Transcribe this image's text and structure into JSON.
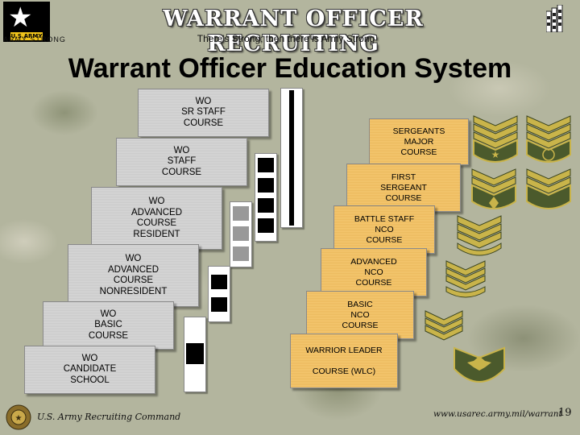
{
  "header": {
    "logo_text": "U.S.ARMY",
    "army_strong": "ARMY STRONG",
    "brand_title": "WARRANT OFFICER RECRUITING",
    "tagline": "There's Strong; then there is Army Strong"
  },
  "main": {
    "title": "Warrant Officer Education System",
    "wo_courses": [
      {
        "label": "WO\nSR STAFF\nCOURSE"
      },
      {
        "label": "WO\nSTAFF\nCOURSE"
      },
      {
        "label": "WO\nADVANCED\nCOURSE\nRESIDENT"
      },
      {
        "label": "WO\nADVANCED\nCOURSE\nNONRESIDENT"
      },
      {
        "label": "WO\nBASIC\nCOURSE"
      },
      {
        "label": "WO\nCANDIDATE\nSCHOOL"
      }
    ],
    "nco_courses": [
      {
        "label": "SERGEANTS\nMAJOR\nCOURSE"
      },
      {
        "label": "FIRST\nSERGEANT\nCOURSE"
      },
      {
        "label": "BATTLE STAFF\nNCO\nCOURSE"
      },
      {
        "label": "ADVANCED\nNCO\nCOURSE"
      },
      {
        "label": "BASIC\nNCO\nCOURSE"
      },
      {
        "label": "WARRIOR LEADER\n\nCOURSE (WLC)"
      }
    ],
    "rank_insignia": [
      "sergeant-major-icon",
      "command-sergeant-major-icon",
      "first-sergeant-icon",
      "master-sergeant-icon",
      "sergeant-first-class-icon",
      "staff-sergeant-icon",
      "sergeant-icon",
      "specialist-icon"
    ]
  },
  "footer": {
    "command": "U.S. Army Recruiting Command",
    "url": "www.usarec.army.mil/warrant",
    "page_number": "19"
  },
  "colors": {
    "nco_box": "#f1c169",
    "wo_box": "#d2d2d2",
    "insignia_green": "#4b5a2c",
    "insignia_gold": "#c9b44a"
  }
}
